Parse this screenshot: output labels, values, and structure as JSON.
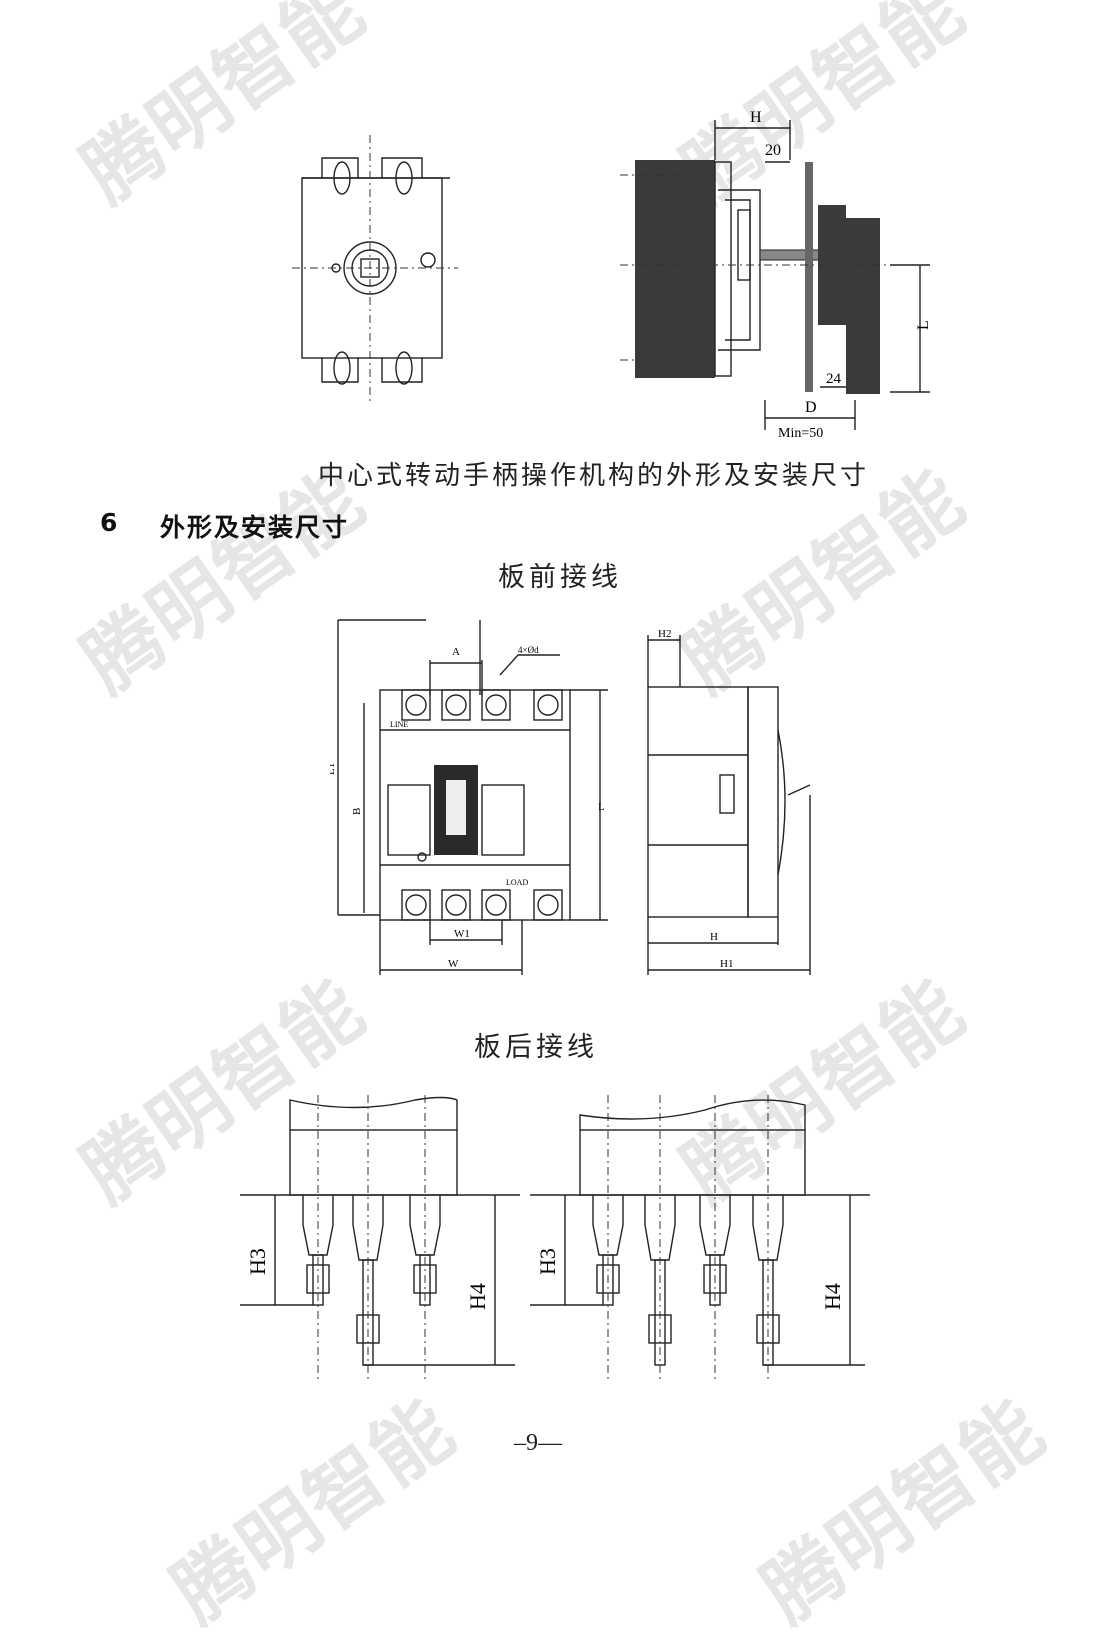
{
  "watermark": "腾明智能",
  "figure1": {
    "caption": "中心式转动手柄操作机构的外形及安装尺寸",
    "dims": {
      "h": "H",
      "twenty": "20",
      "l": "L",
      "twentyfour": "24",
      "d": "D",
      "min": "Min=50"
    }
  },
  "section": {
    "number": "6",
    "title": "外形及安装尺寸"
  },
  "front": {
    "title": "板前接线",
    "dims": {
      "a": "A",
      "b": "B",
      "l1": "L1",
      "l": "L",
      "w": "W",
      "w1": "W1",
      "h": "H",
      "h1": "H1",
      "h2": "H2",
      "hole": "4×Ød",
      "line": "LINE",
      "load": "LOAD"
    }
  },
  "back": {
    "title": "板后接线",
    "dims": {
      "h3": "H3",
      "h4": "H4"
    }
  },
  "page_number": "–9—"
}
